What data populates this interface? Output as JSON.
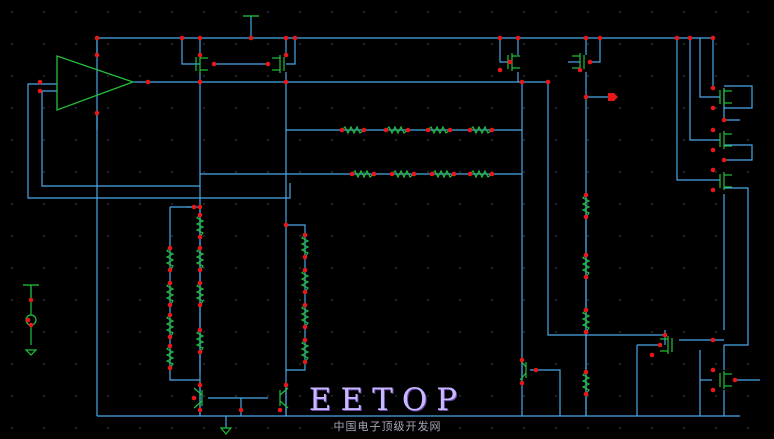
{
  "colors": {
    "background": "#000000",
    "wire": "#4aa8e8",
    "component": "#22c23a",
    "node": "#e81818",
    "grid": "#3a5a7a",
    "watermark": "#c8b8ff"
  },
  "icons": [
    "opamp-symbol",
    "vdd-symbol",
    "ground-symbol",
    "resistor-symbol",
    "mos-transistor-symbol",
    "bipolar-transistor-symbol",
    "output-pin-symbol",
    "current-source-symbol"
  ],
  "watermark": {
    "title": "EETOP",
    "subtitle": "中国电子顶级开发网"
  }
}
